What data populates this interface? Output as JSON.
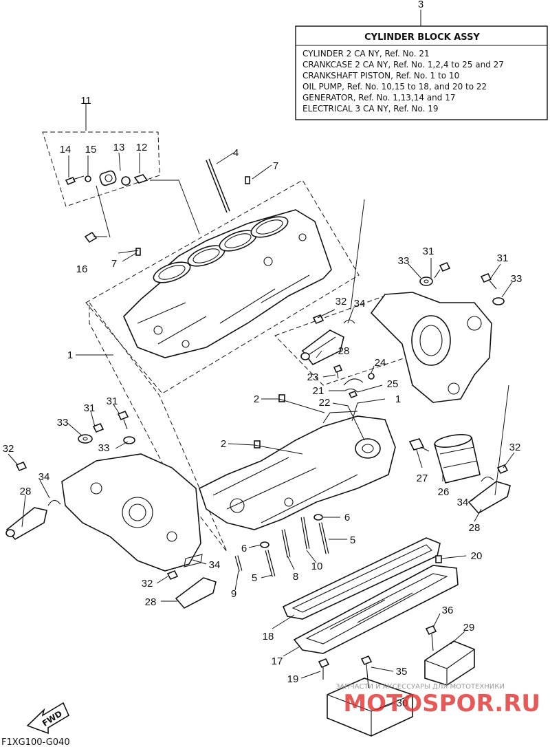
{
  "assembly_box": {
    "ref": "3",
    "title": "CYLINDER BLOCK ASSY",
    "lines": [
      "CYLINDER 2 CA NY, Ref. No. 21",
      "CRANKCASE 2 CA NY, Ref. No. 1,2,4 to 25 and 27",
      "CRANKSHAFT PISTON, Ref. No. 1 to 10",
      "OIL PUMP, Ref. No. 10,15 to 18, and 20 to 22",
      "GENERATOR, Ref. No. 1,13,14 and 17",
      "ELECTRICAL 3 CA NY, Ref. No. 19"
    ]
  },
  "callouts": [
    {
      "id": "c11",
      "text": "11"
    },
    {
      "id": "c14",
      "text": "14"
    },
    {
      "id": "c15",
      "text": "15"
    },
    {
      "id": "c13",
      "text": "13"
    },
    {
      "id": "c12",
      "text": "12"
    },
    {
      "id": "c4",
      "text": "4"
    },
    {
      "id": "c7a",
      "text": "7"
    },
    {
      "id": "c16",
      "text": "16"
    },
    {
      "id": "c7b",
      "text": "7"
    },
    {
      "id": "c31a",
      "text": "31"
    },
    {
      "id": "c33a",
      "text": "33"
    },
    {
      "id": "c31b",
      "text": "31"
    },
    {
      "id": "c33b",
      "text": "33"
    },
    {
      "id": "c32a",
      "text": "32"
    },
    {
      "id": "c34a",
      "text": "34"
    },
    {
      "id": "c28a",
      "text": "28"
    },
    {
      "id": "c1a",
      "text": "1"
    },
    {
      "id": "c23",
      "text": "23"
    },
    {
      "id": "c24",
      "text": "24"
    },
    {
      "id": "c21",
      "text": "21"
    },
    {
      "id": "c25",
      "text": "25"
    },
    {
      "id": "c22",
      "text": "22"
    },
    {
      "id": "c2a",
      "text": "2"
    },
    {
      "id": "c1b",
      "text": "1"
    },
    {
      "id": "c31c",
      "text": "31"
    },
    {
      "id": "c31d",
      "text": "31"
    },
    {
      "id": "c33c",
      "text": "33"
    },
    {
      "id": "c33d",
      "text": "33"
    },
    {
      "id": "c32b",
      "text": "32"
    },
    {
      "id": "c34b",
      "text": "34"
    },
    {
      "id": "c28b",
      "text": "28"
    },
    {
      "id": "c2b",
      "text": "2"
    },
    {
      "id": "c27",
      "text": "27"
    },
    {
      "id": "c26",
      "text": "26"
    },
    {
      "id": "c32c",
      "text": "32"
    },
    {
      "id": "c34c",
      "text": "34"
    },
    {
      "id": "c28c",
      "text": "28"
    },
    {
      "id": "c6a",
      "text": "6"
    },
    {
      "id": "c6b",
      "text": "6"
    },
    {
      "id": "c5a",
      "text": "5"
    },
    {
      "id": "c5b",
      "text": "5"
    },
    {
      "id": "c20",
      "text": "20"
    },
    {
      "id": "c34d",
      "text": "34"
    },
    {
      "id": "c32d",
      "text": "32"
    },
    {
      "id": "c9",
      "text": "9"
    },
    {
      "id": "c8",
      "text": "8"
    },
    {
      "id": "c10",
      "text": "10"
    },
    {
      "id": "c28d",
      "text": "28"
    },
    {
      "id": "c18",
      "text": "18"
    },
    {
      "id": "c36",
      "text": "36"
    },
    {
      "id": "c29",
      "text": "29"
    },
    {
      "id": "c17",
      "text": "17"
    },
    {
      "id": "c35",
      "text": "35"
    },
    {
      "id": "c19",
      "text": "19"
    },
    {
      "id": "c30",
      "text": "30"
    }
  ],
  "fwd_label": "FWD",
  "drawing_code": "F1XG100-G040",
  "watermark": {
    "caption": "ЗАПЧАСТИ И АКСЕССУАРЫ ДЛЯ МОТОТЕХНИКИ",
    "brand": "MOTOSPOR.RU"
  },
  "colors": {
    "ink": "#111111",
    "watermark_red": "#e03030",
    "watermark_gray": "#9a9a9a"
  }
}
